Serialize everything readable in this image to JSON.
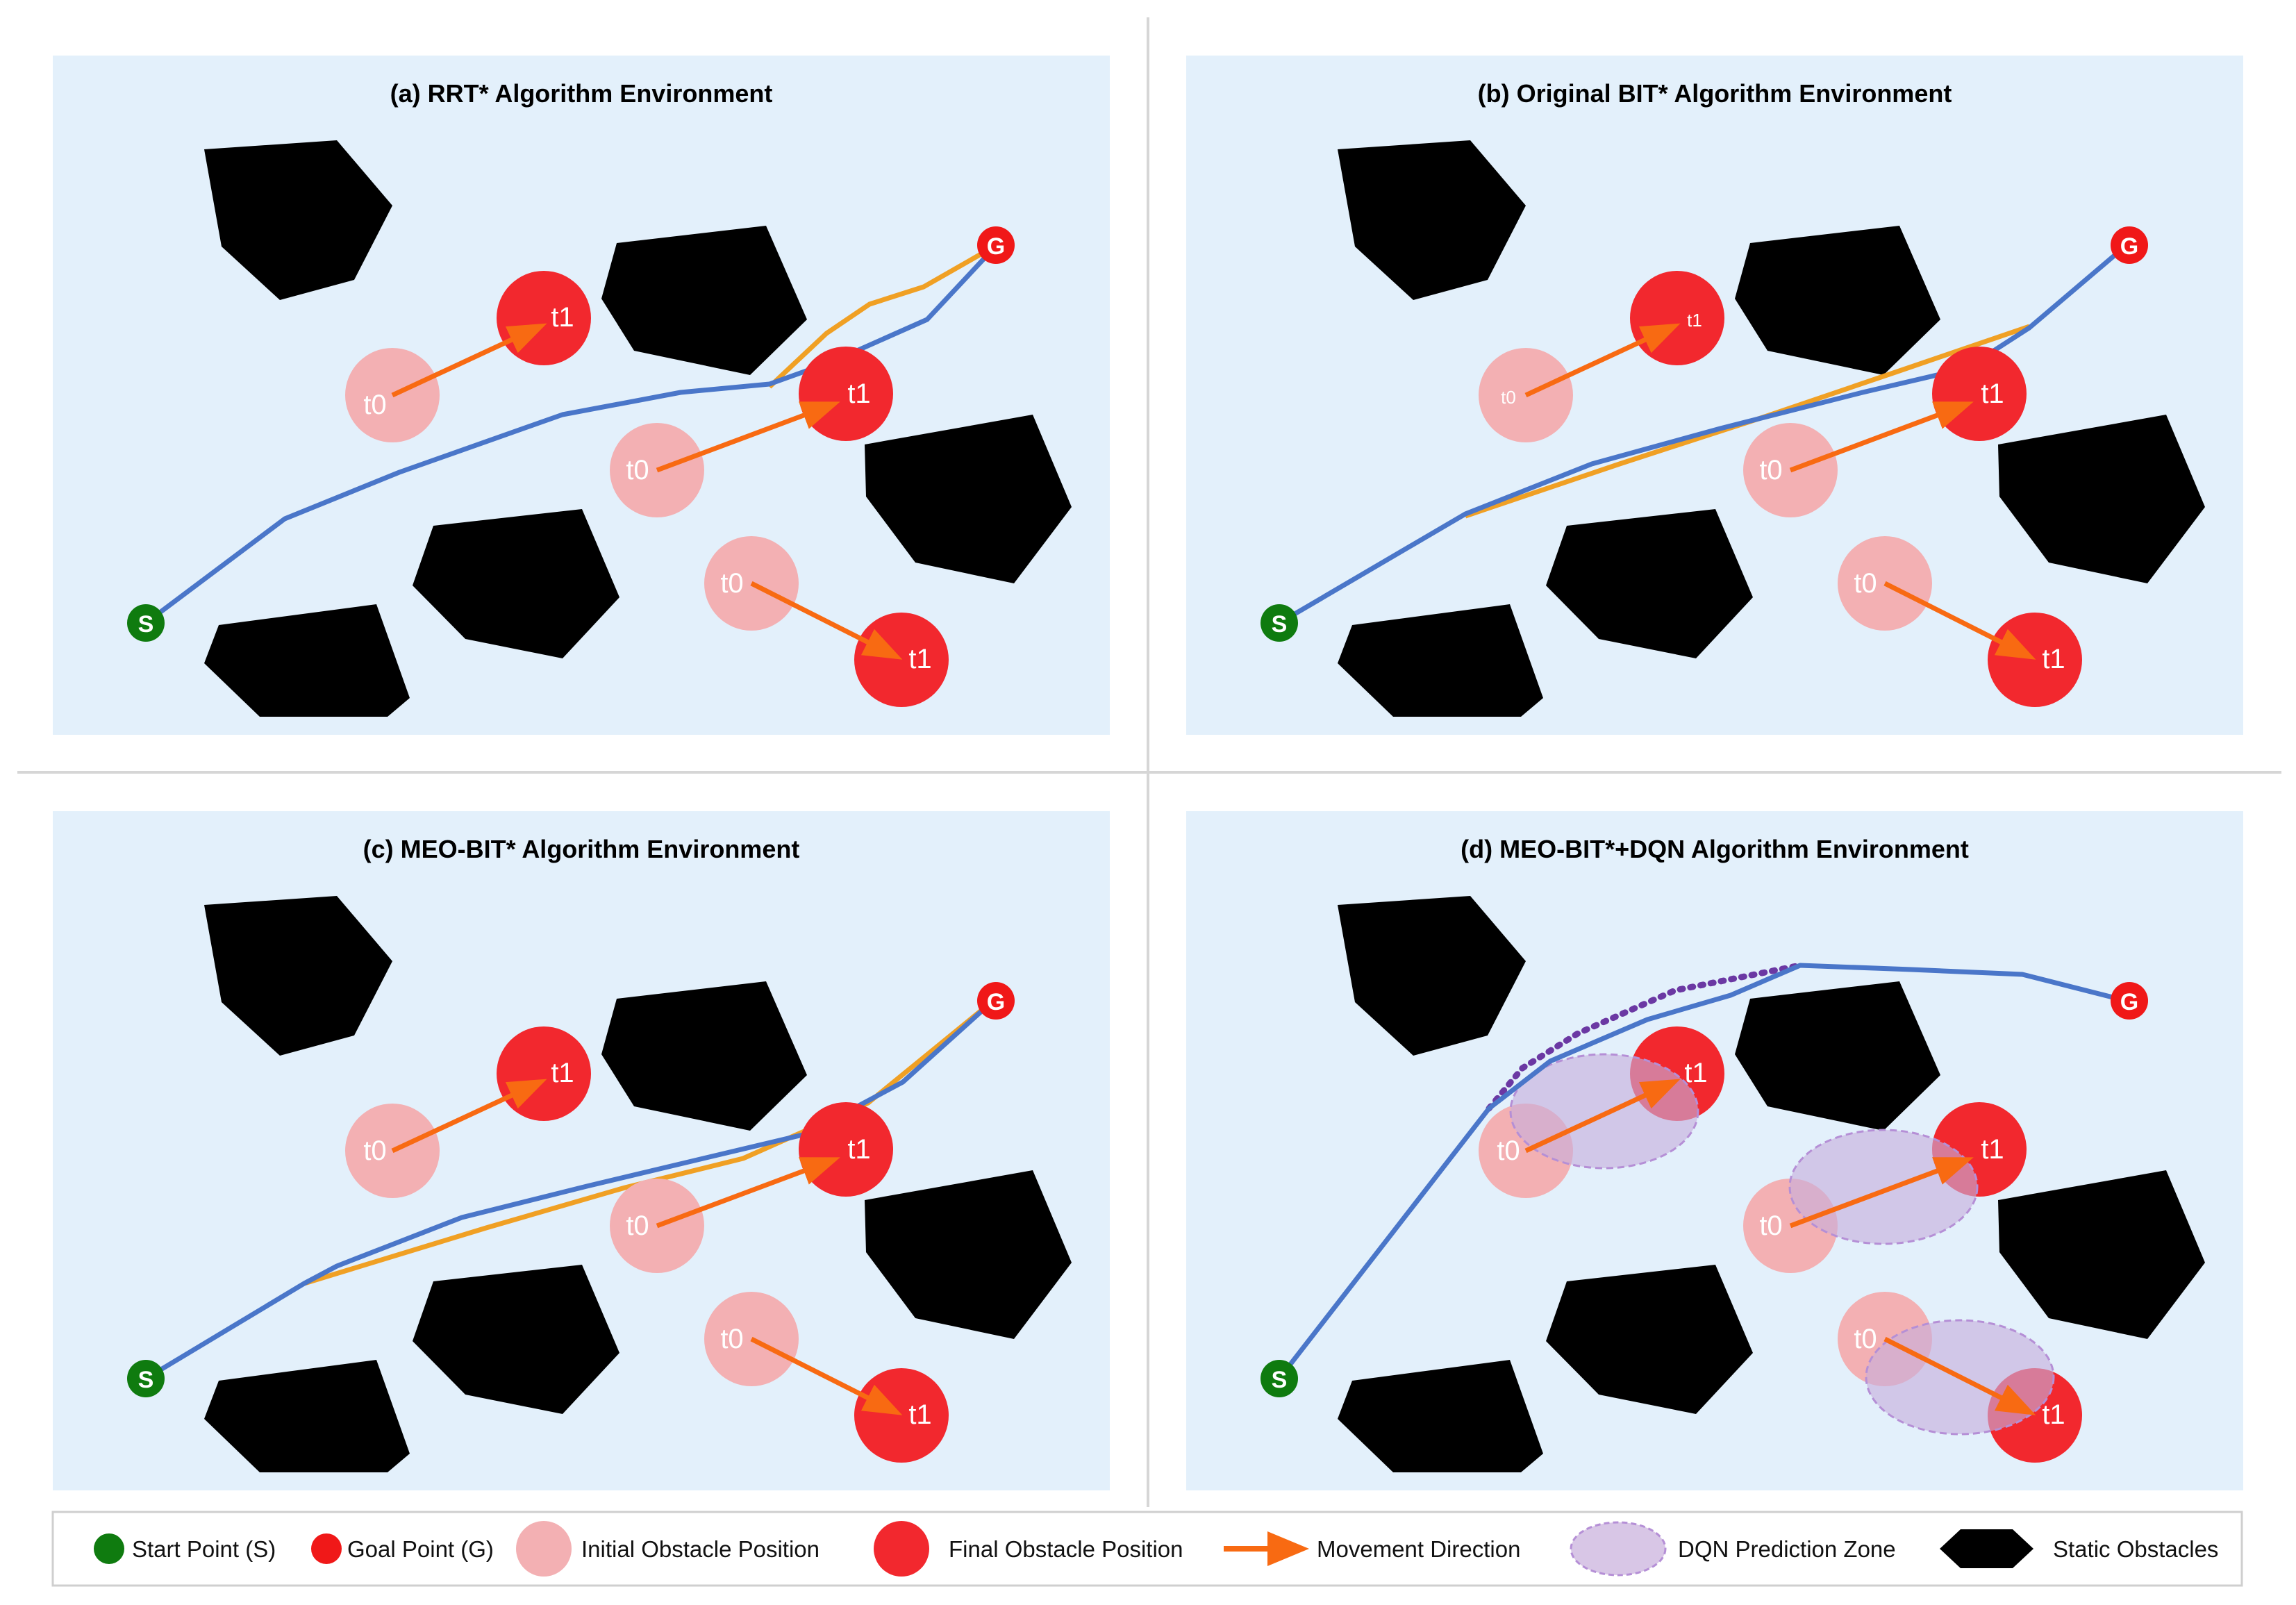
{
  "colors": {
    "panel_bg": "#e3f0fb",
    "static_obstacle": "#000000",
    "start": "#0f7b0f",
    "goal": "#f01818",
    "obstacle_initial": "#f3b0b3",
    "obstacle_final": "#f2282e",
    "arrow": "#f86a12",
    "path_blue": "#4a76c9",
    "path_orange": "#f0a024",
    "dqn_zone": "#c7aedc",
    "dqn_dotted": "#6b38a3"
  },
  "panels": [
    {
      "title": "(a) RRT* Algorithm Environment",
      "start_label": "S",
      "goal_label": "G",
      "t0_label": "t0",
      "t1_label": "t1"
    },
    {
      "title": "(b) Original BIT* Algorithm Environment",
      "start_label": "S",
      "goal_label": "G",
      "t0_label": "t0",
      "t1_label": "t1"
    },
    {
      "title": "(c) MEO-BIT* Algorithm Environment",
      "start_label": "S",
      "goal_label": "G",
      "t0_label": "t0",
      "t1_label": "t1"
    },
    {
      "title": "(d) MEO-BIT*+DQN Algorithm Environment",
      "start_label": "S",
      "goal_label": "G",
      "t0_label": "t0",
      "t1_label": "t1"
    }
  ],
  "legend": {
    "items": [
      {
        "label": "Start Point (S)",
        "icon": "green-dot-icon"
      },
      {
        "label": "Goal Point (G)",
        "icon": "red-dot-icon"
      },
      {
        "label": "Initial Obstacle Position",
        "icon": "pink-circle-icon"
      },
      {
        "label": "Final Obstacle Position",
        "icon": "red-circle-icon"
      },
      {
        "label": "Movement Direction",
        "icon": "orange-arrow-icon"
      },
      {
        "label": "DQN Prediction Zone",
        "icon": "purple-ellipse-icon"
      },
      {
        "label": "Static Obstacles",
        "icon": "black-hexagon-icon"
      }
    ]
  }
}
